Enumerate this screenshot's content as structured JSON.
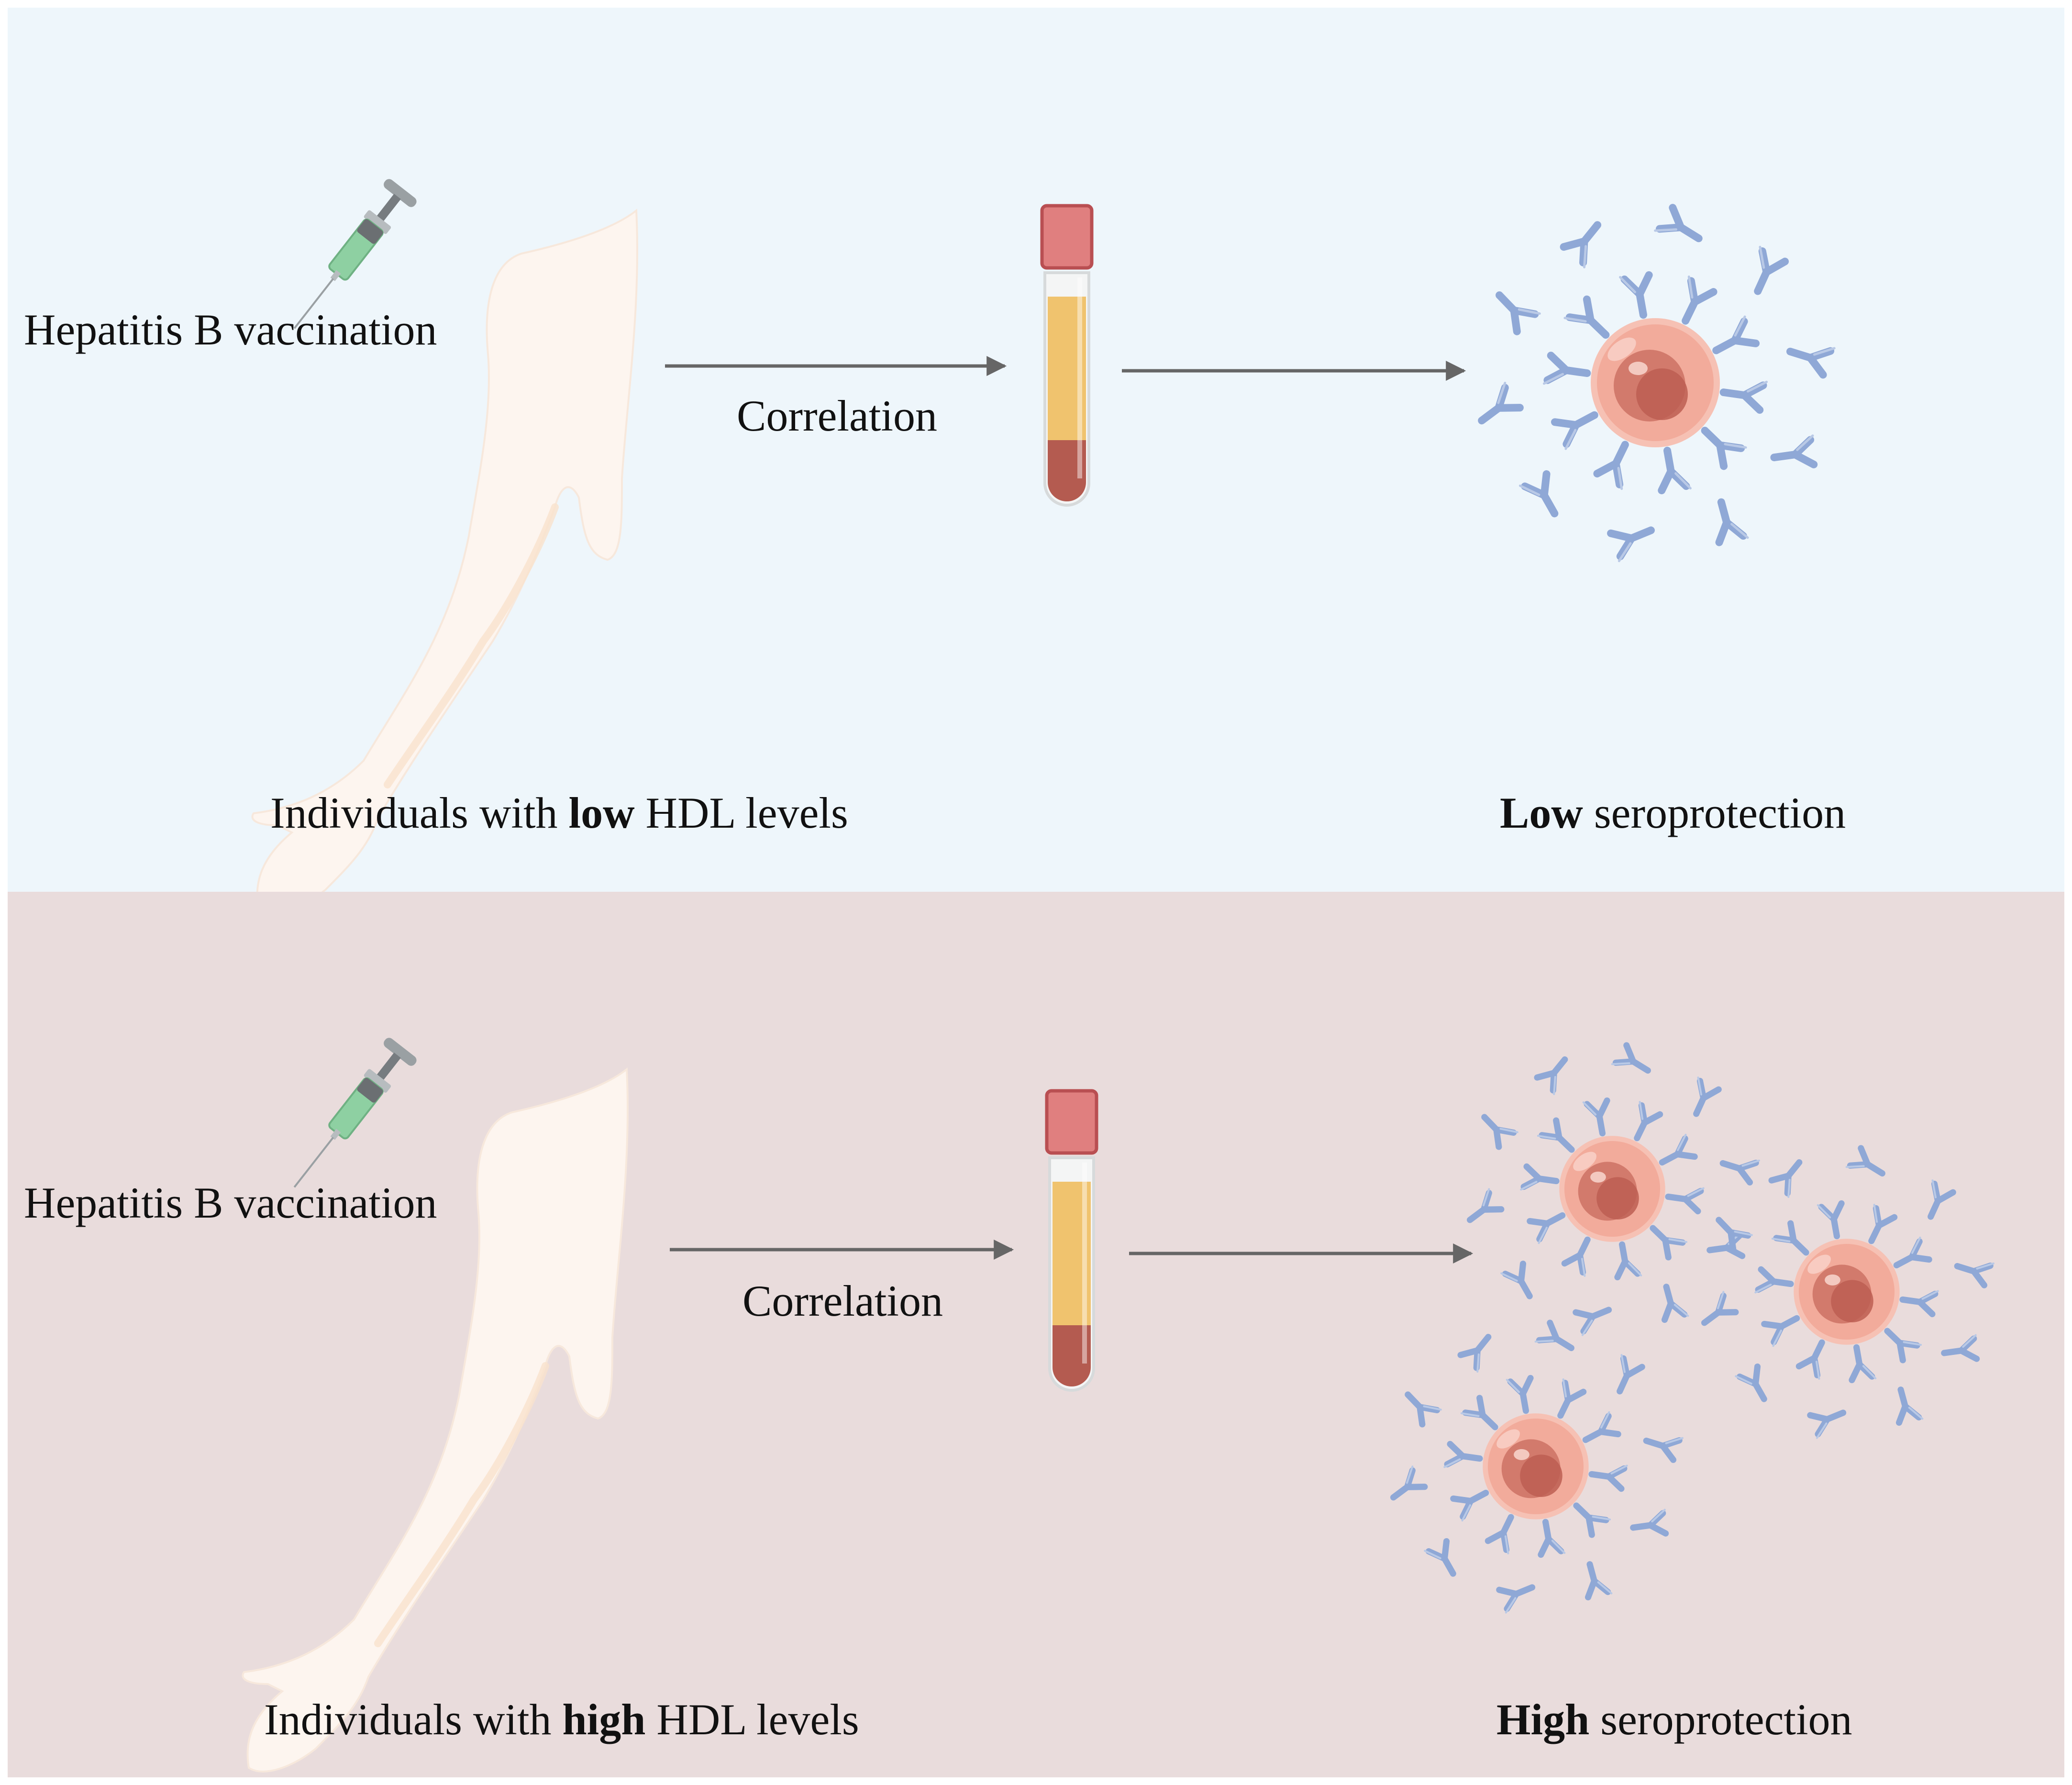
{
  "colors": {
    "top_panel_bg": "#eef6fb",
    "bottom_panel_bg": "#e9dcdc",
    "arrow": "#666666",
    "antibody": "#8fa8d6",
    "cell": "#f2b0a0",
    "tube_cap": "#e07f7f",
    "plasma": "#f0c36e",
    "blood": "#b45b50",
    "arm": "#fdf5ef"
  },
  "panels": [
    {
      "id": "low",
      "vaccination_label": "Hepatitis B vaccination",
      "correlation_label": "Correlation",
      "individuals_prefix": "Individuals with ",
      "individuals_emphasis": "low",
      "individuals_suffix": " HDL levels",
      "outcome_emphasis": "Low",
      "outcome_suffix": " seroprotection",
      "cell_count": 1
    },
    {
      "id": "high",
      "vaccination_label": "Hepatitis B vaccination",
      "correlation_label": "Correlation",
      "individuals_prefix": "Individuals with ",
      "individuals_emphasis": "high",
      "individuals_suffix": " HDL levels",
      "outcome_emphasis": "High",
      "outcome_suffix": " seroprotection",
      "cell_count": 3
    }
  ]
}
